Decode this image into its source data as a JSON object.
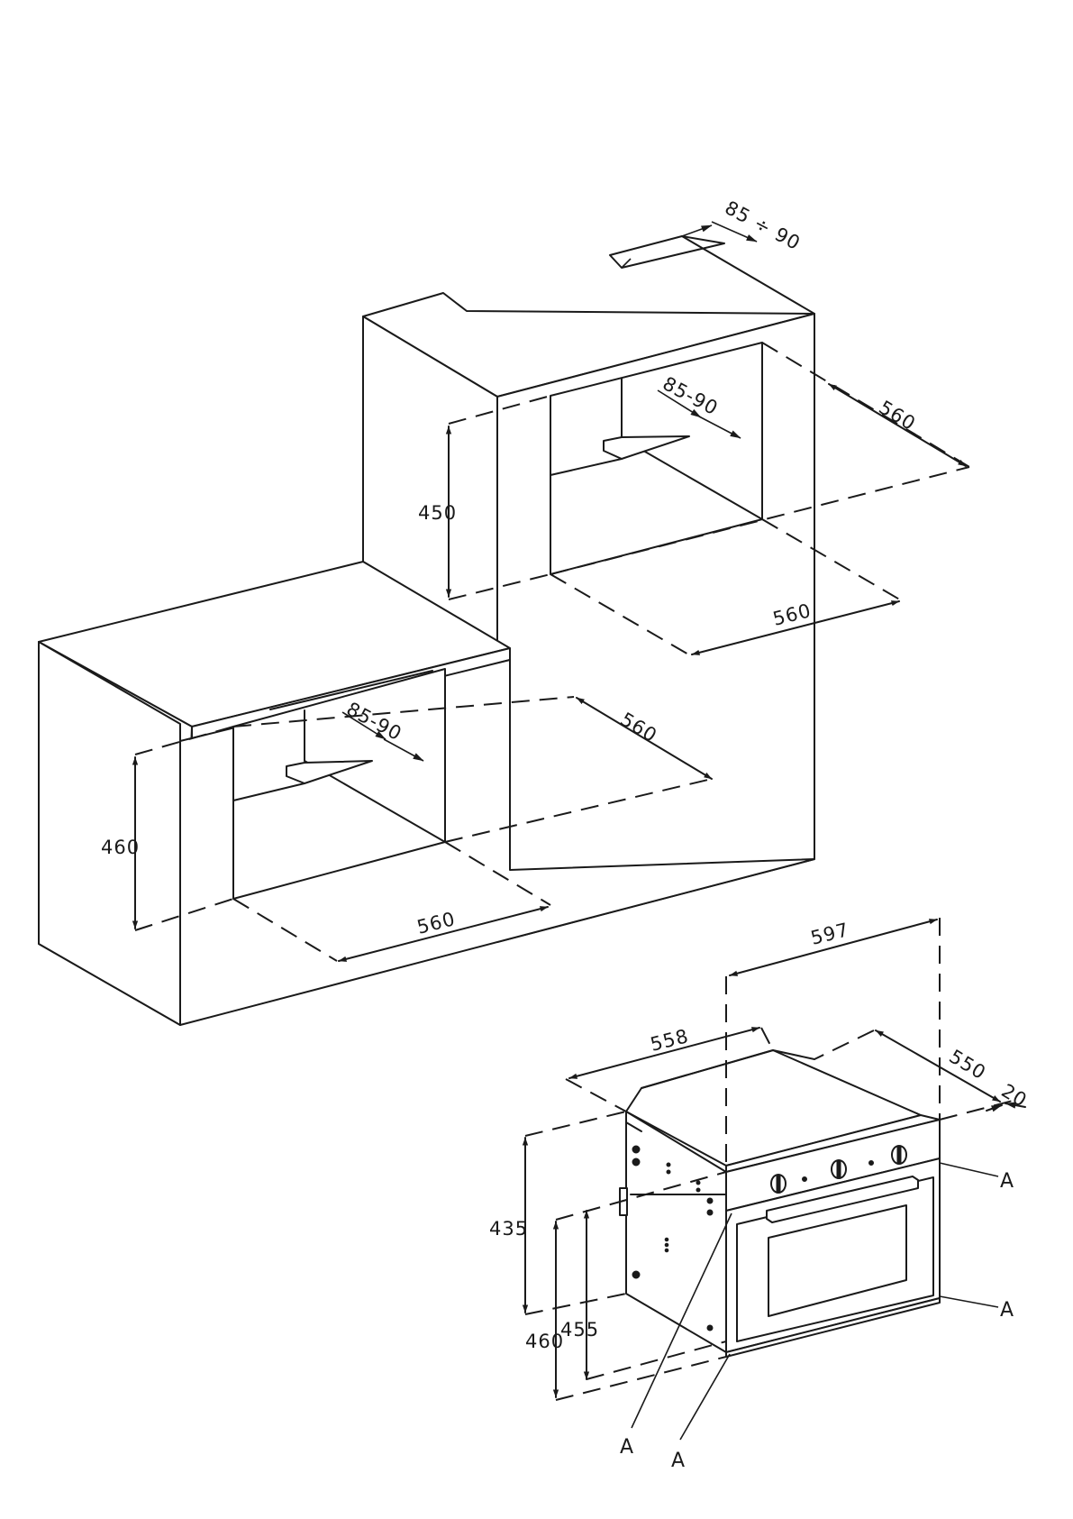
{
  "dimensions": {
    "top_gap": "85 ÷ 90",
    "upper_gap": "85-90",
    "upper_height": "450",
    "upper_depth": "560",
    "upper_width": "560",
    "lower_gap": "85-90",
    "lower_height": "460",
    "lower_depth": "560",
    "lower_width": "560",
    "oven_width": "597",
    "oven_depth": "558",
    "oven_side_depth": "550",
    "oven_front_thickness": "20",
    "oven_body_height": "435",
    "oven_total_height": "460",
    "oven_cavity_height": "455"
  },
  "callouts": {
    "right_upper": "A",
    "right_lower": "A",
    "bottom_left": "A",
    "bottom_right": "A"
  }
}
